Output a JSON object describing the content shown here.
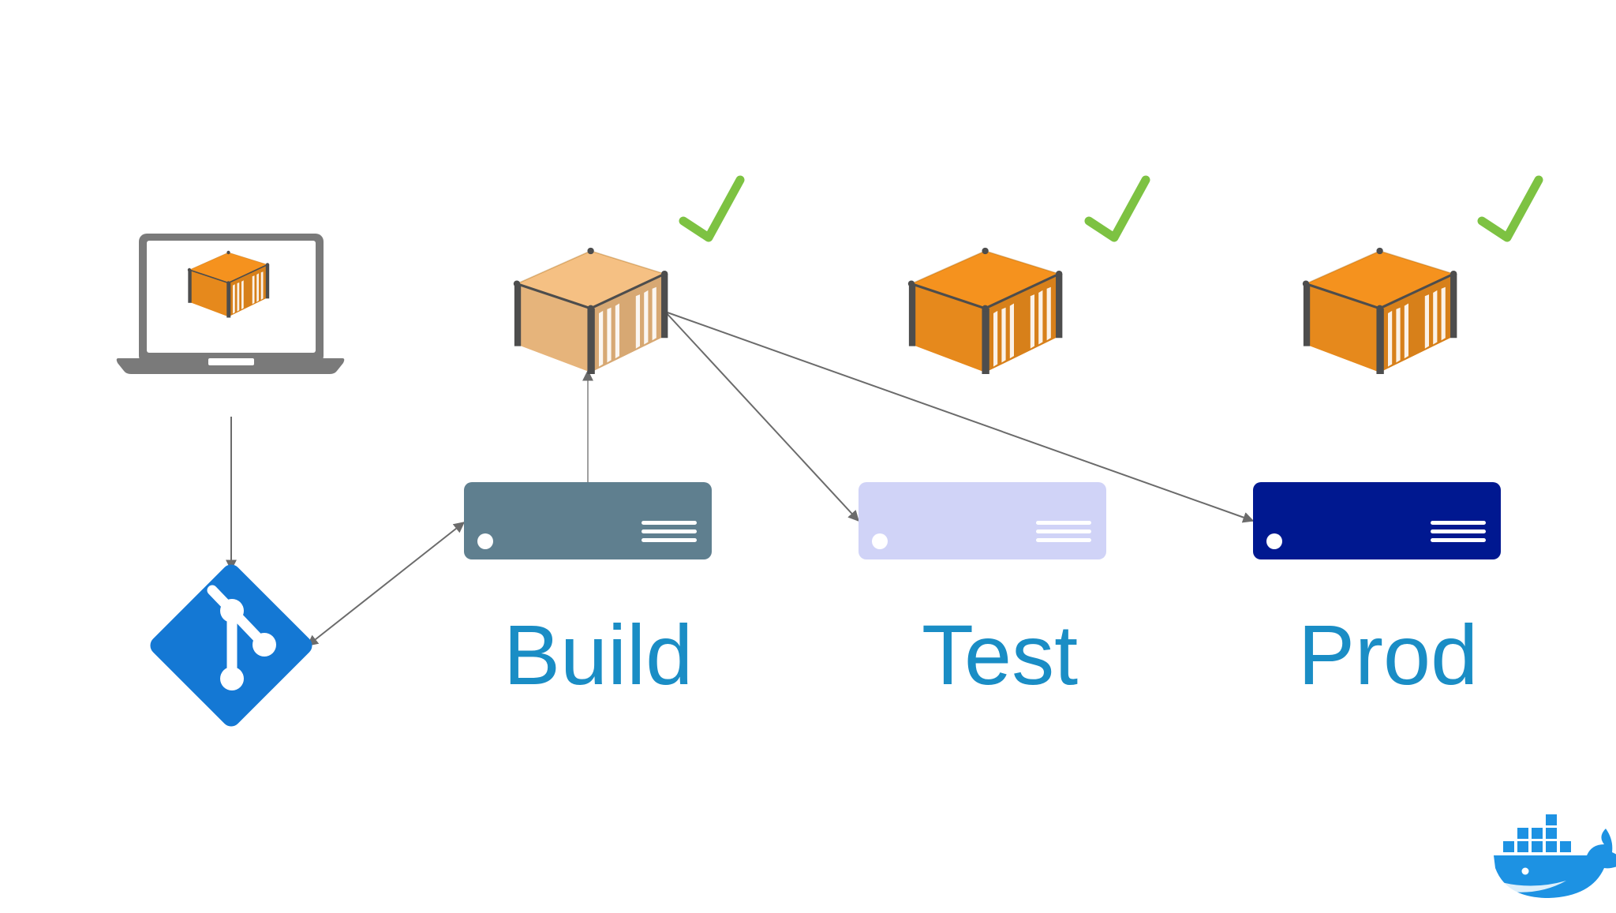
{
  "stages": [
    {
      "key": "build",
      "label": "Build",
      "server_color": "#5f7f8f",
      "container_color": "#f5c083",
      "check_color": "#7dc242"
    },
    {
      "key": "test",
      "label": "Test",
      "server_color": "#d0d3f7",
      "container_color": "#f5921e",
      "check_color": "#7dc242"
    },
    {
      "key": "prod",
      "label": "Prod",
      "server_color": "#001890",
      "container_color": "#f5921e",
      "check_color": "#7dc242"
    }
  ],
  "colors": {
    "label_text": "#1a8dc5",
    "laptop": "#7a7a7a",
    "git": "#1478d4",
    "docker": "#1d92e3",
    "arrow": "#6b6b6b"
  },
  "icons": {
    "laptop": "laptop-icon",
    "git": "git-icon",
    "docker": "docker-whale-icon",
    "container": "shipping-container-icon",
    "server": "server-icon",
    "check": "checkmark-icon"
  }
}
